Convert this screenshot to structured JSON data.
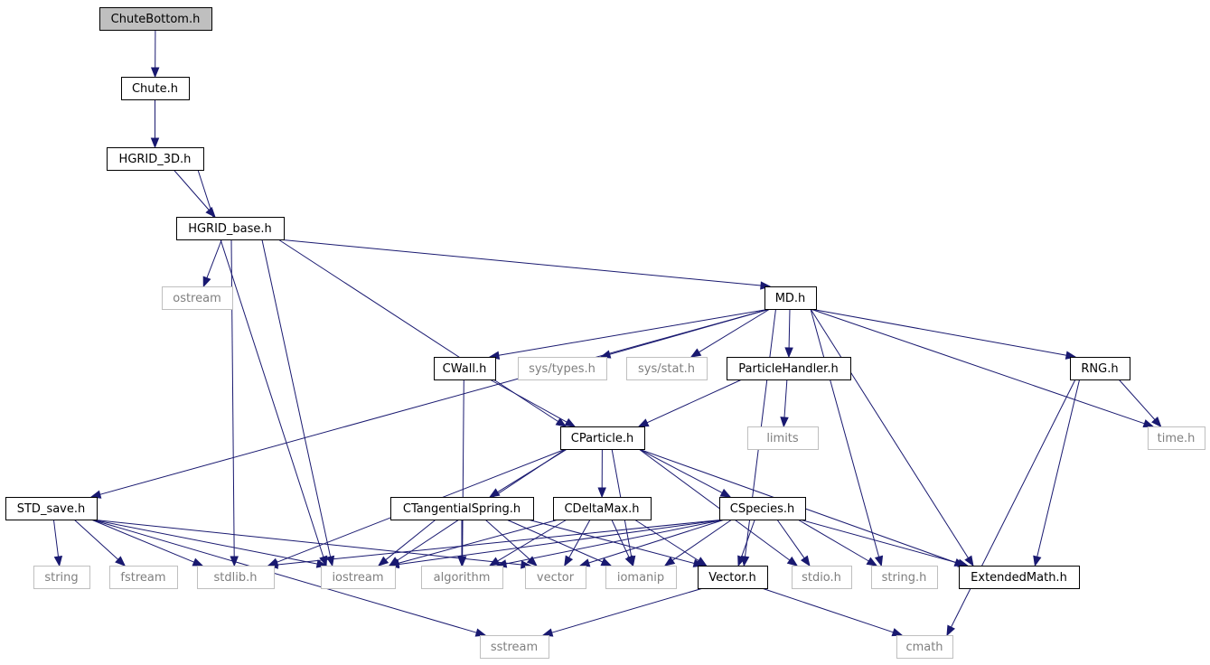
{
  "graph": {
    "nodes": [
      {
        "id": "chutebottom",
        "label": "ChuteBottom.h",
        "kind": "root"
      },
      {
        "id": "chute",
        "label": "Chute.h",
        "kind": "local"
      },
      {
        "id": "hgrid3d",
        "label": "HGRID_3D.h",
        "kind": "local"
      },
      {
        "id": "hgridbase",
        "label": "HGRID_base.h",
        "kind": "local"
      },
      {
        "id": "ostream",
        "label": "ostream",
        "kind": "system"
      },
      {
        "id": "md",
        "label": "MD.h",
        "kind": "local"
      },
      {
        "id": "cwall",
        "label": "CWall.h",
        "kind": "local"
      },
      {
        "id": "systypes",
        "label": "sys/types.h",
        "kind": "system"
      },
      {
        "id": "sysstat",
        "label": "sys/stat.h",
        "kind": "system"
      },
      {
        "id": "particlehandler",
        "label": "ParticleHandler.h",
        "kind": "local"
      },
      {
        "id": "rng",
        "label": "RNG.h",
        "kind": "local"
      },
      {
        "id": "cparticle",
        "label": "CParticle.h",
        "kind": "local"
      },
      {
        "id": "limits",
        "label": "limits",
        "kind": "system"
      },
      {
        "id": "time",
        "label": "time.h",
        "kind": "system"
      },
      {
        "id": "stdsave",
        "label": "STD_save.h",
        "kind": "local"
      },
      {
        "id": "ctangential",
        "label": "CTangentialSpring.h",
        "kind": "local"
      },
      {
        "id": "cdeltamax",
        "label": "CDeltaMax.h",
        "kind": "local"
      },
      {
        "id": "cspecies",
        "label": "CSpecies.h",
        "kind": "local"
      },
      {
        "id": "string",
        "label": "string",
        "kind": "system"
      },
      {
        "id": "fstream",
        "label": "fstream",
        "kind": "system"
      },
      {
        "id": "stdlib",
        "label": "stdlib.h",
        "kind": "system"
      },
      {
        "id": "iostream",
        "label": "iostream",
        "kind": "system"
      },
      {
        "id": "algorithm",
        "label": "algorithm",
        "kind": "system"
      },
      {
        "id": "vector",
        "label": "vector",
        "kind": "system"
      },
      {
        "id": "iomanip",
        "label": "iomanip",
        "kind": "system"
      },
      {
        "id": "vectorh",
        "label": "Vector.h",
        "kind": "local"
      },
      {
        "id": "stdio",
        "label": "stdio.h",
        "kind": "system"
      },
      {
        "id": "stringh",
        "label": "string.h",
        "kind": "system"
      },
      {
        "id": "extendedmath",
        "label": "ExtendedMath.h",
        "kind": "local"
      },
      {
        "id": "sstream",
        "label": "sstream",
        "kind": "system"
      },
      {
        "id": "cmath",
        "label": "cmath",
        "kind": "system"
      }
    ],
    "edges": [
      [
        "chutebottom",
        "chute"
      ],
      [
        "chute",
        "hgrid3d"
      ],
      [
        "hgrid3d",
        "hgridbase"
      ],
      [
        "hgrid3d",
        "iostream"
      ],
      [
        "hgridbase",
        "ostream"
      ],
      [
        "hgridbase",
        "md"
      ],
      [
        "hgridbase",
        "cparticle"
      ],
      [
        "hgridbase",
        "stdlib"
      ],
      [
        "hgridbase",
        "iostream"
      ],
      [
        "md",
        "cwall"
      ],
      [
        "md",
        "systypes"
      ],
      [
        "md",
        "sysstat"
      ],
      [
        "md",
        "particlehandler"
      ],
      [
        "md",
        "rng"
      ],
      [
        "md",
        "time"
      ],
      [
        "md",
        "stdsave"
      ],
      [
        "md",
        "vectorh"
      ],
      [
        "md",
        "stringh"
      ],
      [
        "md",
        "extendedmath"
      ],
      [
        "cwall",
        "cparticle"
      ],
      [
        "cwall",
        "algorithm"
      ],
      [
        "particlehandler",
        "cparticle"
      ],
      [
        "particlehandler",
        "limits"
      ],
      [
        "rng",
        "time"
      ],
      [
        "rng",
        "extendedmath"
      ],
      [
        "rng",
        "cmath"
      ],
      [
        "cparticle",
        "ctangential"
      ],
      [
        "cparticle",
        "cdeltamax"
      ],
      [
        "cparticle",
        "cspecies"
      ],
      [
        "cparticle",
        "stdlib"
      ],
      [
        "cparticle",
        "iostream"
      ],
      [
        "cparticle",
        "iomanip"
      ],
      [
        "cparticle",
        "stdio"
      ],
      [
        "cparticle",
        "extendedmath"
      ],
      [
        "stdsave",
        "string"
      ],
      [
        "stdsave",
        "fstream"
      ],
      [
        "stdsave",
        "stdlib"
      ],
      [
        "stdsave",
        "iostream"
      ],
      [
        "stdsave",
        "vector"
      ],
      [
        "stdsave",
        "sstream"
      ],
      [
        "ctangential",
        "iostream"
      ],
      [
        "ctangential",
        "algorithm"
      ],
      [
        "ctangential",
        "vector"
      ],
      [
        "ctangential",
        "iomanip"
      ],
      [
        "ctangential",
        "vectorh"
      ],
      [
        "cdeltamax",
        "iostream"
      ],
      [
        "cdeltamax",
        "algorithm"
      ],
      [
        "cdeltamax",
        "vector"
      ],
      [
        "cdeltamax",
        "iomanip"
      ],
      [
        "cdeltamax",
        "vectorh"
      ],
      [
        "cspecies",
        "stdlib"
      ],
      [
        "cspecies",
        "iostream"
      ],
      [
        "cspecies",
        "algorithm"
      ],
      [
        "cspecies",
        "vector"
      ],
      [
        "cspecies",
        "iomanip"
      ],
      [
        "cspecies",
        "vectorh"
      ],
      [
        "cspecies",
        "stdio"
      ],
      [
        "cspecies",
        "stringh"
      ],
      [
        "cspecies",
        "extendedmath"
      ],
      [
        "vectorh",
        "sstream"
      ],
      [
        "vectorh",
        "cmath"
      ]
    ]
  }
}
